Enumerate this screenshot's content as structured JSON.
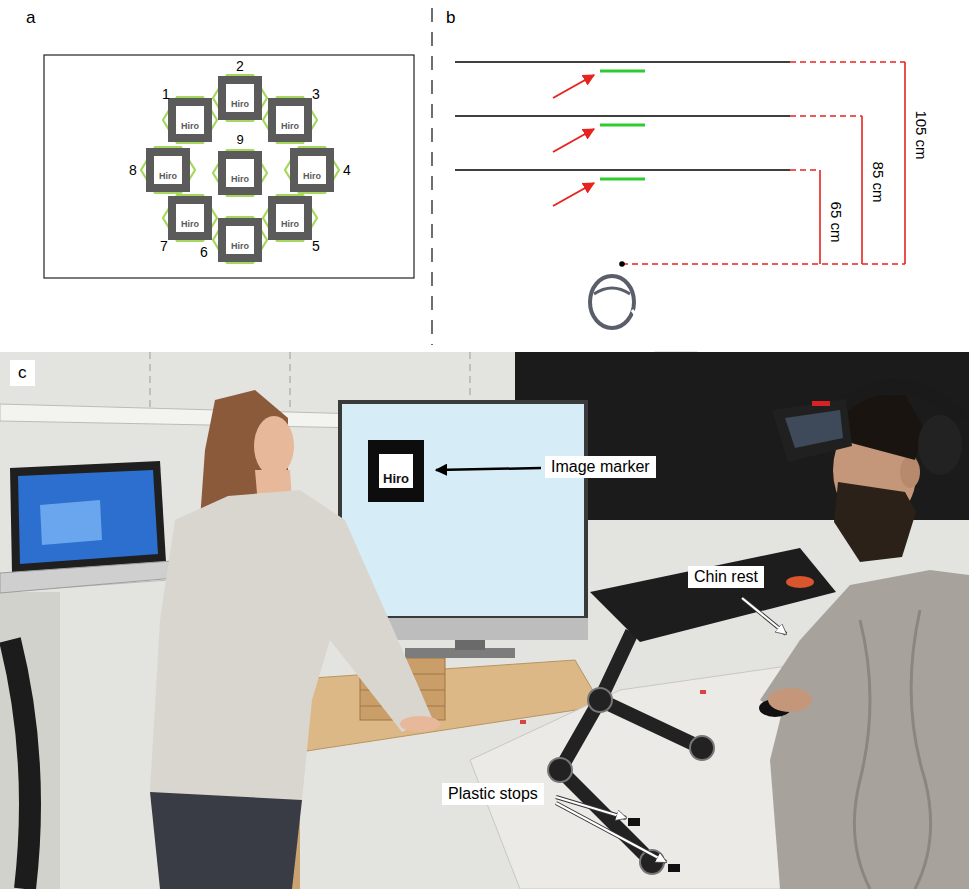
{
  "diagram": {
    "nodes": [
      {
        "text": [
          "Hiro"
        ]
      },
      {
        "text": [
          "Hiro"
        ]
      },
      {
        "text": [
          "Hiro"
        ]
      },
      {
        "text": [
          "Hiro"
        ]
      },
      {
        "text": [
          "Hiro"
        ]
      },
      {
        "text": [
          "Hiro"
        ]
      },
      {
        "text": [
          "Hiro"
        ]
      },
      {
        "text": [
          "Hiro"
        ]
      },
      {
        "text": [
          "Hiro"
        ]
      },
      {
        "text": [
          "Hiro"
        ]
      }
    ],
    "labels": [
      "a",
      "b",
      "c",
      "1",
      "2",
      "3",
      "4",
      "5",
      "6",
      "7",
      "8",
      "9",
      "105 cm",
      "85 cm",
      "65 cm",
      "Image marker",
      "Chin rest",
      "Plastic stops"
    ]
  }
}
